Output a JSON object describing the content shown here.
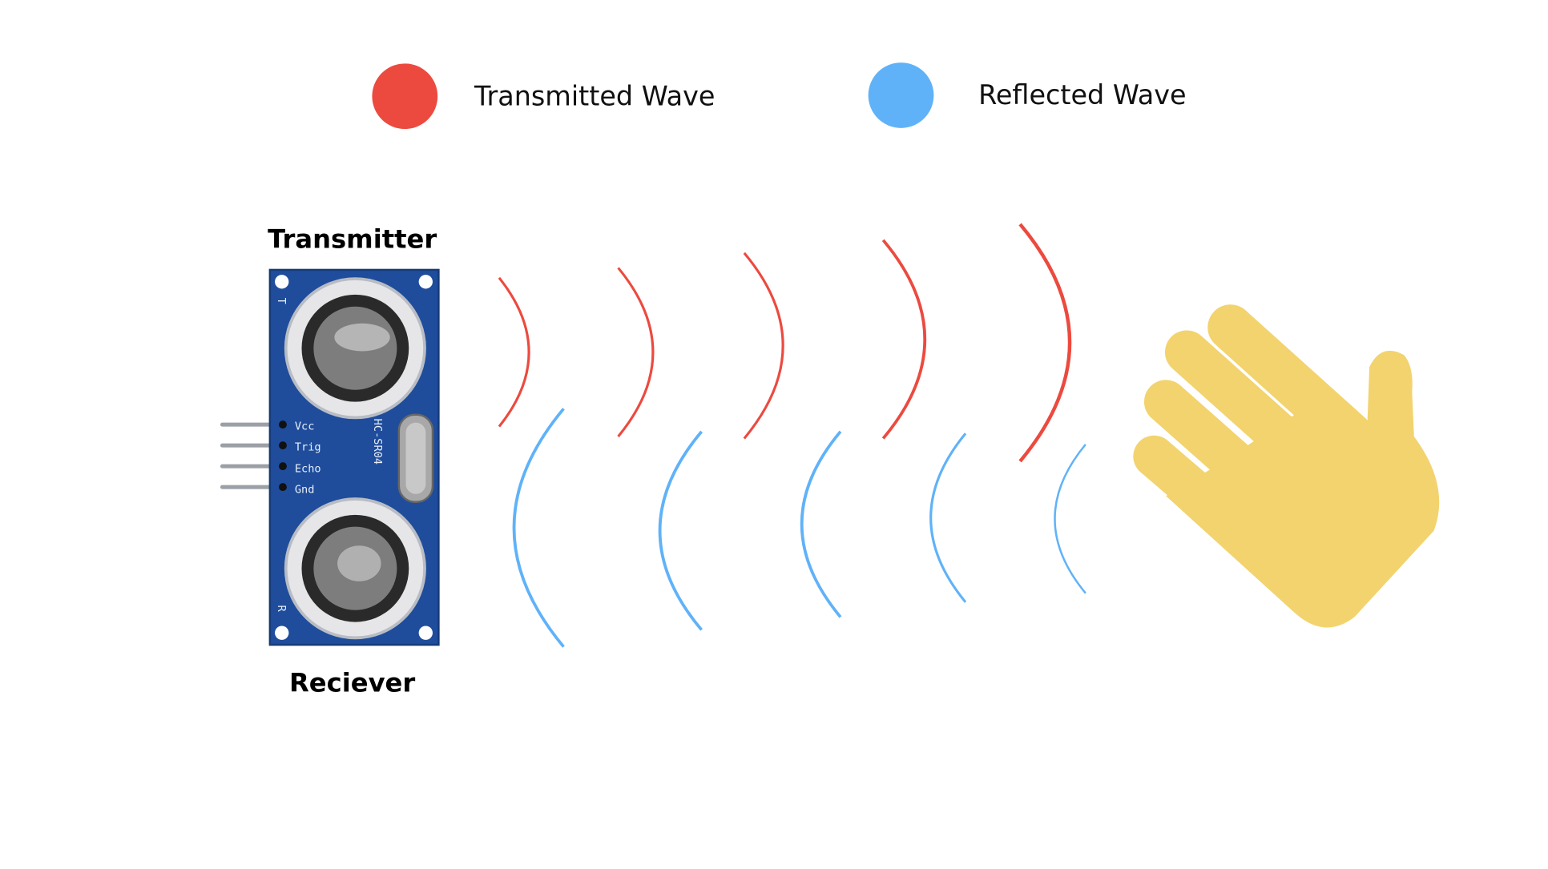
{
  "legend": {
    "transmitted": {
      "label": "Transmitted Wave",
      "color": "#EC4A3F"
    },
    "reflected": {
      "label": "Reflected Wave",
      "color": "#60B2F8"
    }
  },
  "sensor": {
    "transmitter_label": "Transmitter",
    "receiver_label": "Reciever",
    "model": "HC-SR04",
    "t_mark": "T",
    "r_mark": "R",
    "pins": [
      "Vcc",
      "Trig",
      "Echo",
      "Gnd"
    ]
  },
  "object": {
    "icon": "hand-icon",
    "color": "#F2D36E"
  }
}
